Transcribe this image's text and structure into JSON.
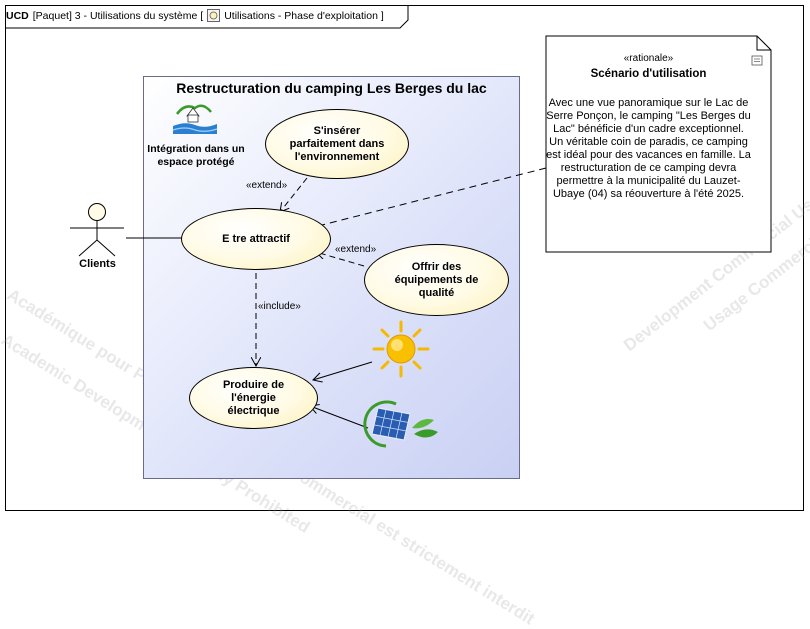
{
  "header": {
    "diagram_type": "UCD",
    "owner_kind": "[Paquet]",
    "owner_name": "3 - Utilisations du système",
    "bracket_open": "[",
    "diagram_name": "Utilisations - Phase d'exploitation",
    "bracket_close": "]"
  },
  "system": {
    "title": "Restructuration du camping Les Berges du lac"
  },
  "actor": {
    "name": "Clients"
  },
  "environment_icon": {
    "label": "Intégration dans un espace protégé",
    "icon": "landscape-logo-icon"
  },
  "use_cases": {
    "inserer": "S'insérer parfaitement dans l'environnement",
    "attractif": "E tre attractif",
    "equipements": "Offrir des équipements de qualité",
    "energie": "Produire de l'énergie électrique"
  },
  "relations": {
    "extend_1": "«extend»",
    "extend_2": "«extend»",
    "include": "«include»"
  },
  "note": {
    "stereotype": "«rationale»",
    "title": "Scénario d'utilisation",
    "body": "Avec une vue panoramique sur le Lac de Serre Ponçon, le camping \"Les Berges du Lac\" bénéficie d'un cadre exceptionnel. Un véritable coin de paradis, ce camping est idéal pour des vacances en famille. La restructuration de ce camping devra permettre à la municipalité du Lauzet-Ubaye (04) sa réouverture à l'été 2025."
  },
  "images": {
    "sun": "sun-icon",
    "solar": "solar-panel-icon"
  },
  "watermarks": {
    "fr": "Académique pour Projet Développement Commercial est strictement interdit",
    "en": "Academic Development is strictly Prohibited",
    "en_right": "Development Commercial Usage is strictly Prohibited",
    "fr_right": "Usage Commercial est strictement interdit"
  },
  "colors": {
    "system_fill": "#dfe4fa",
    "usecase_fill": "#fdf1b8",
    "note_fill": "#ffffff",
    "sun": "#f6b800",
    "solar_panel": "#2a5db0",
    "leaf": "#3a9a2a"
  }
}
